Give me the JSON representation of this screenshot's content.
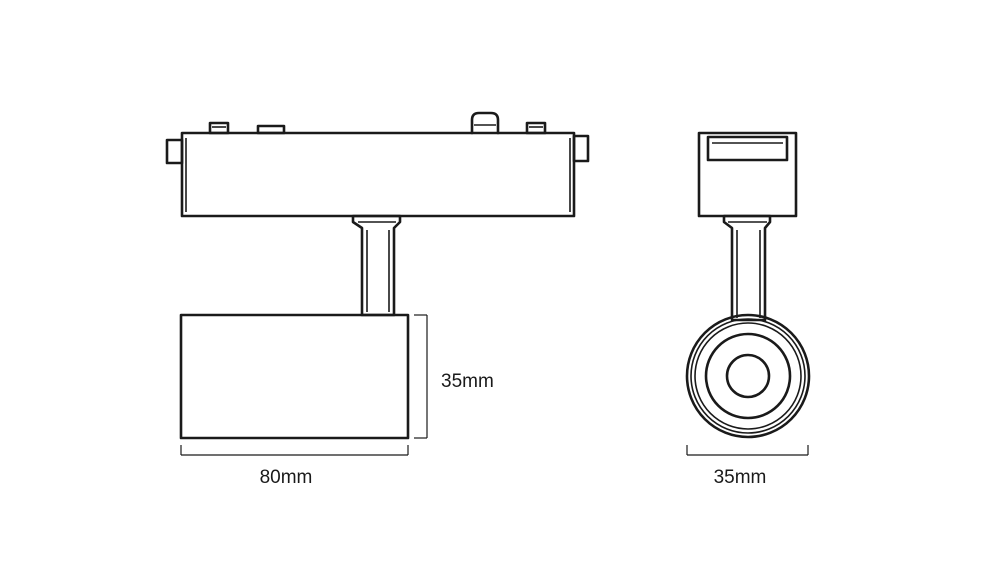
{
  "dimensions": {
    "side_height": "35mm",
    "side_length": "80mm",
    "front_diameter": "35mm"
  },
  "colors": {
    "line": "#1a1a1a",
    "background": "#ffffff"
  }
}
